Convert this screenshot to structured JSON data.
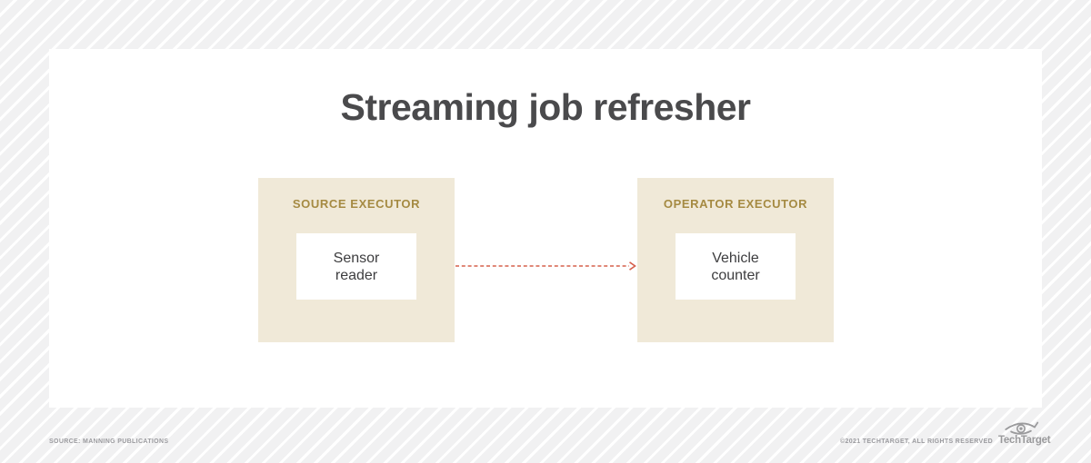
{
  "page": {
    "title": "Streaming job refresher"
  },
  "diagram": {
    "source_executor": {
      "label": "SOURCE EXECUTOR",
      "node": "Sensor\nreader"
    },
    "operator_executor": {
      "label": "OPERATOR EXECUTOR",
      "node": "Vehicle\ncounter"
    },
    "connection": {
      "from": "Sensor reader",
      "to": "Vehicle counter",
      "style": "dashed-arrow"
    }
  },
  "footer": {
    "source": "SOURCE: MANNING PUBLICATIONS",
    "copyright": "©2021 TECHTARGET, ALL RIGHTS RESERVED",
    "logo_text": "TechTarget"
  },
  "colors": {
    "background": "#f1f1f2",
    "background_stripe": "#ffffff",
    "card": "#ffffff",
    "title_text": "#4a4a4c",
    "executor_fill": "#f0e9d8",
    "executor_label": "#a58a42",
    "node_fill": "#ffffff",
    "node_text": "#3d3d3f",
    "arrow": "#d6604c",
    "footer_text": "#9b9b9f",
    "logo": "#9a9a9c"
  }
}
